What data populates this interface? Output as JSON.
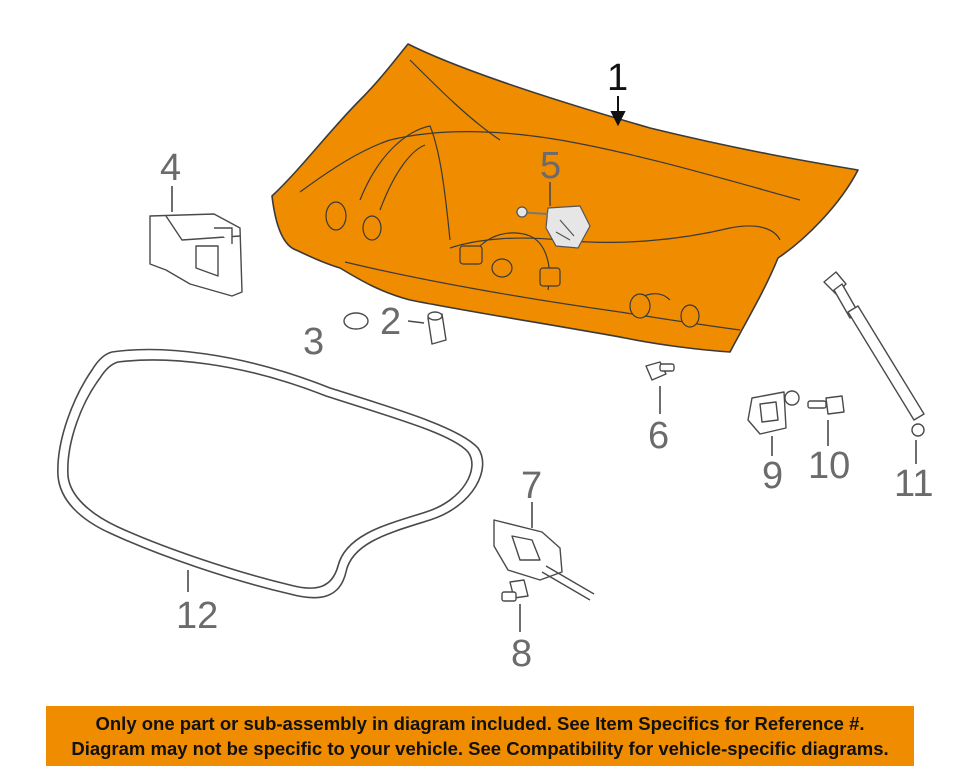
{
  "colors": {
    "highlight": "#f08c00",
    "banner": "#f08c00",
    "line": "#4a4a4a"
  },
  "diagram": {
    "highlighted_callout": "1",
    "callouts": [
      {
        "id": "1",
        "text": "1"
      },
      {
        "id": "2",
        "text": "2"
      },
      {
        "id": "3",
        "text": "3"
      },
      {
        "id": "4",
        "text": "4"
      },
      {
        "id": "5",
        "text": "5"
      },
      {
        "id": "6",
        "text": "6"
      },
      {
        "id": "7",
        "text": "7"
      },
      {
        "id": "8",
        "text": "8"
      },
      {
        "id": "9",
        "text": "9"
      },
      {
        "id": "10",
        "text": "10"
      },
      {
        "id": "11",
        "text": "11"
      },
      {
        "id": "12",
        "text": "12"
      }
    ]
  },
  "banner": {
    "line1": "Only one part or sub-assembly in diagram included. See Item Specifics for Reference #.",
    "line2": "Diagram may not be specific to your vehicle. See Compatibility for vehicle-specific diagrams."
  }
}
